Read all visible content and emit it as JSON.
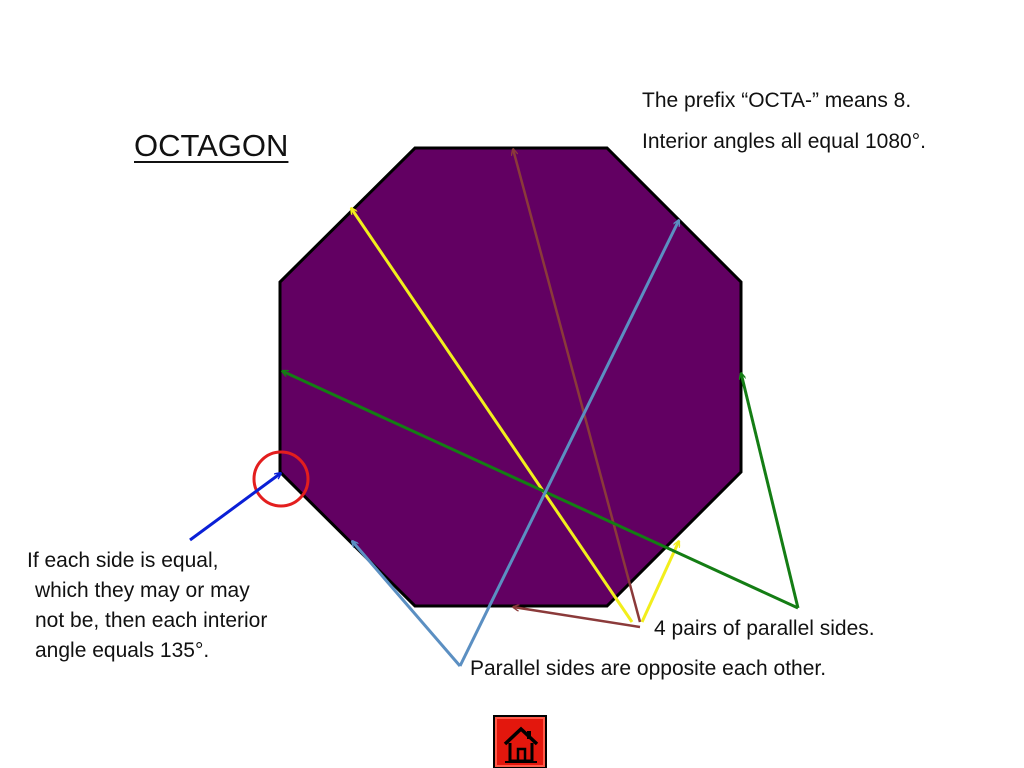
{
  "title": "OCTAGON",
  "facts": {
    "prefix": "The prefix “OCTA-” means 8.",
    "interior_sum": "Interior angles all equal 1080°.",
    "parallel_pairs": "4 pairs of parallel sides.",
    "opposite": "Parallel sides are opposite each other."
  },
  "angle_note": {
    "lines": [
      "If each side is equal,",
      "which they may or may",
      "not be, then each interior",
      "angle equals 135°."
    ]
  },
  "colors": {
    "octagon_fill": "#620062",
    "octagon_stroke": "#000000",
    "arrow_yellow": "#f2ee1c",
    "arrow_brown": "#8b3a3a",
    "arrow_steelblue": "#5b8fc2",
    "arrow_green": "#147d14",
    "arrow_blue": "#0a1fd6",
    "angle_circle": "#e31e1e",
    "home_button": "#e3170d"
  },
  "icons": {
    "home": "home-icon"
  }
}
